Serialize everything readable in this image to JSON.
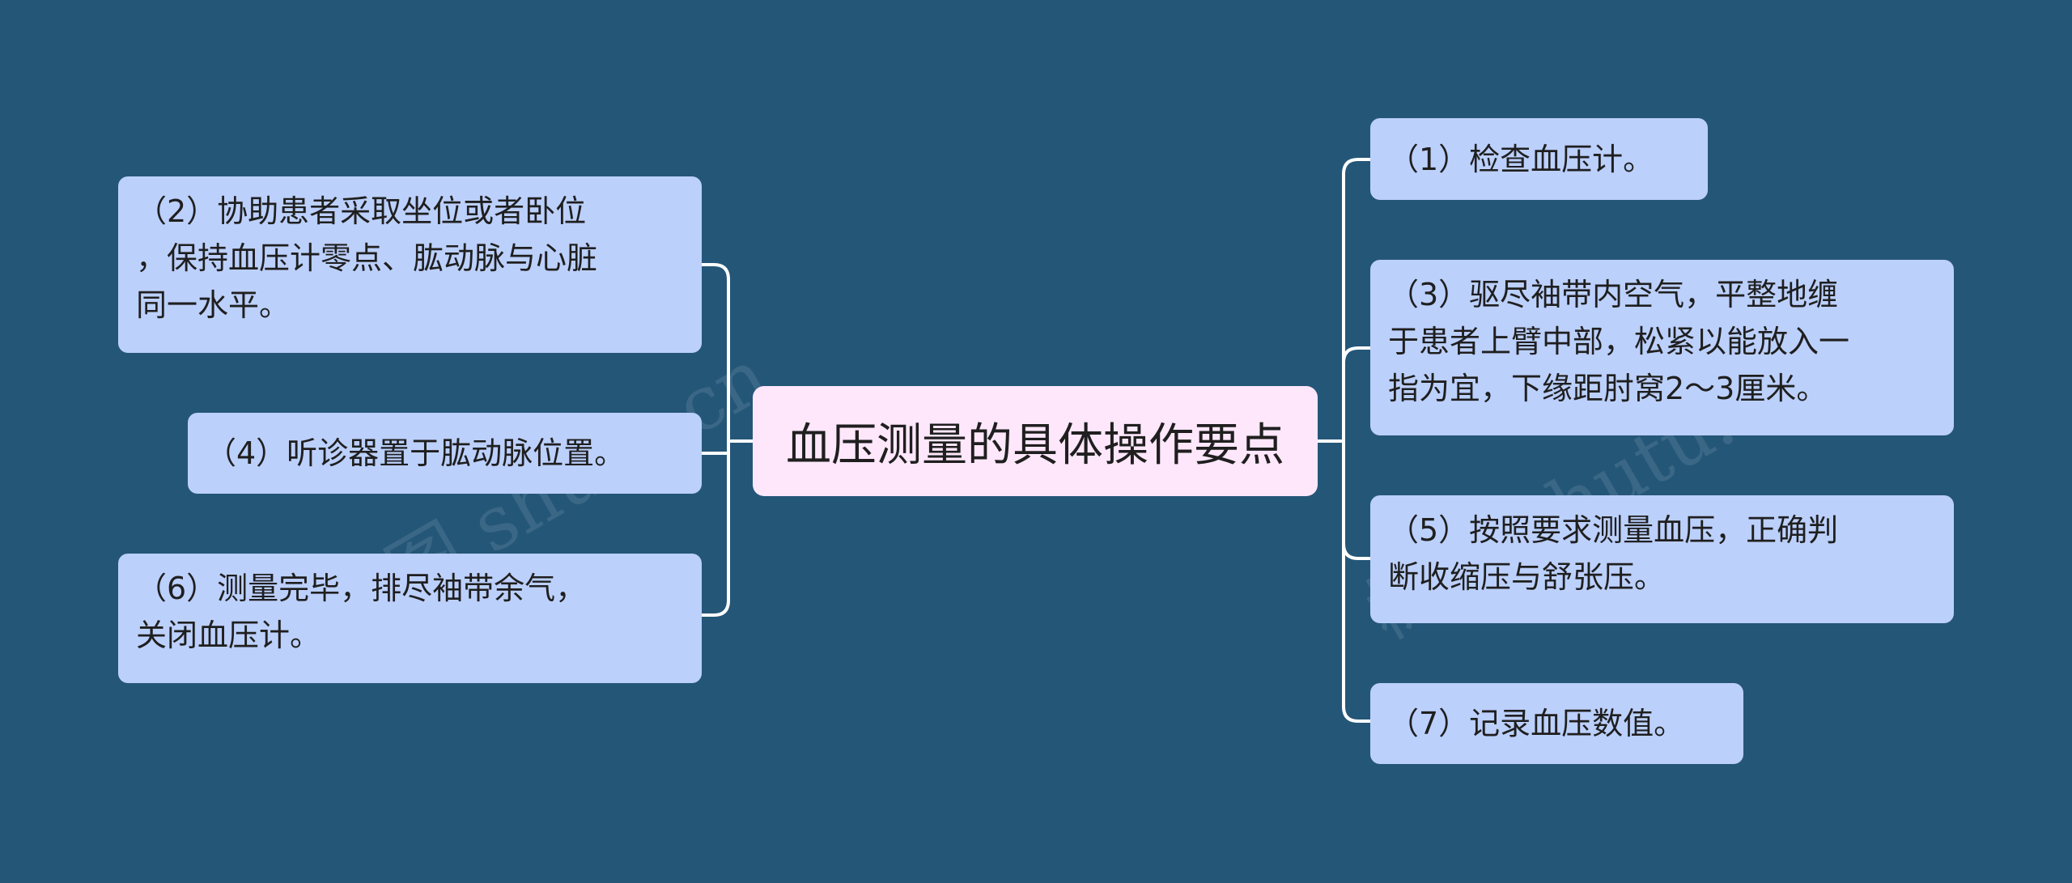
{
  "center": {
    "label": "血压测量的具体操作要点"
  },
  "left_nodes": [
    {
      "id": "step-2",
      "lines": [
        "（2）协助患者采取坐位或者卧位",
        "，保持血压计零点、肱动脉与心脏",
        "同一水平。"
      ]
    },
    {
      "id": "step-4",
      "lines": [
        "（4）听诊器置于肱动脉位置。"
      ]
    },
    {
      "id": "step-6",
      "lines": [
        "（6）测量完毕，排尽袖带余气，",
        "关闭血压计。"
      ]
    }
  ],
  "right_nodes": [
    {
      "id": "step-1",
      "lines": [
        "（1）检查血压计。"
      ]
    },
    {
      "id": "step-3",
      "lines": [
        "（3）驱尽袖带内空气，平整地缠",
        "于患者上臂中部，松紧以能放入一",
        "指为宜，下缘距肘窝2～3厘米。"
      ]
    },
    {
      "id": "step-5",
      "lines": [
        "（5）按照要求测量血压，正确判",
        "断收缩压与舒张压。"
      ]
    },
    {
      "id": "step-7",
      "lines": [
        "（7）记录血压数值。"
      ]
    }
  ],
  "watermark": "树图 shutu.cn",
  "colors": {
    "background": "#245678",
    "node": "#bcd0fc",
    "center": "#ffe7fb",
    "connector": "#ffffff"
  }
}
